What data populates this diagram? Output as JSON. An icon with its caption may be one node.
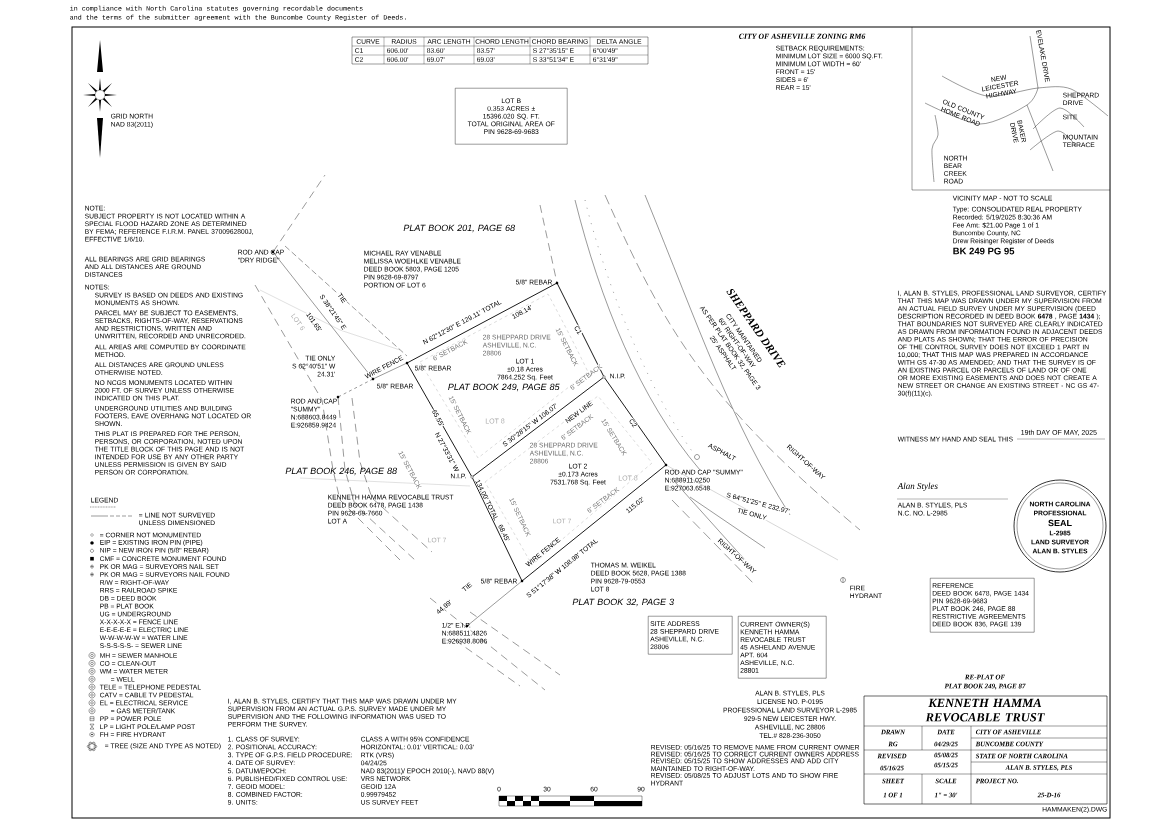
{
  "diagram": {
    "nodes": [
      {
        "text": [
          "LOT B",
          "0.353 ACRES ±",
          "15396.020 SQ. FT.",
          "TOTAL ORIGINAL AREA OF",
          "PIN 9628-69-9683"
        ]
      },
      {
        "text": [
          "NORTH CAROLINA",
          "PROFESSIONAL",
          "SEAL",
          "L-2985",
          "LAND SURVEYOR",
          "ALAN B. STYLES"
        ]
      },
      {
        "text": [
          "REFERENCE",
          "DEED BOOK 6478, PAGE 1434",
          "PIN 9628-69-9683",
          "PLAT BOOK 246, PAGE 88",
          "RESTRICTIVE AGREEMENTS",
          "DEED BOOK 836, PAGE 139"
        ]
      },
      {
        "text": [
          "SITE ADDRESS",
          "28 SHEPPARD DRIVE",
          "ASHEVILLE, N.C.",
          "28806"
        ]
      },
      {
        "text": [
          "CURRENT OWNER(S)",
          "KENNETH HAMMA",
          "REVOCABLE TRUST",
          "45 ASHELAND AVENUE",
          "APT. 604",
          "ASHEVILLE, N.C.",
          "28801"
        ]
      }
    ],
    "labels": [
      "in compliance with North Carolina statutes governing recordable documents",
      "and the terms of the submitter agreement with the Buncombe County Register of Deeds.",
      "CURVE",
      "RADIUS",
      "ARC LENGTH",
      "CHORD LENGTH",
      "CHORD BEARING",
      "DELTA ANGLE",
      "C1",
      "606.00'",
      "83.60'",
      "83.57'",
      "S 27°35'15\" E",
      "6°00'49\"",
      "C2",
      "606.00'",
      "69.07'",
      "69.03'",
      "S 33°51'34\" E",
      "6°31'49\"",
      "GRID NORTH",
      "NAD 83(2011)",
      "CITY OF ASHEVILLE ZONING RM6",
      "SETBACK REQUIREMENTS:",
      "MINIMUM LOT SIZE = 6000 SQ.FT.",
      "MINIMUM LOT WIDTH = 60'",
      "FRONT = 15'",
      "SIDES = 6'",
      "REAR = 15'",
      "EVELAKE DRIVE",
      "NEW LEICESTER HIGHWAY",
      "OLD COUNTY HOME ROAD",
      "SHEPPARD DRIVE",
      "BAKER DRIVE",
      "SITE",
      "MOUNTAIN TERRACE",
      "NORTH BEAR CREEK ROAD",
      "VICINITY MAP - NOT TO SCALE",
      "Type: CONSOLIDATED REAL PROPERTY",
      "Recorded: 5/19/2025 8:30:36 AM",
      "Fee Amt: $21.00 Page 1 of 1",
      "Buncombe County, NC",
      "Drew Reisinger Register of Deeds",
      "BK 249 PG 95",
      "NOTE:",
      "SUBJECT PROPERTY IS NOT LOCATED WITHIN A SPECIAL FLOOD HAZARD ZONE AS DETERMINED BY FEMA; REFERENCE F.I.R.M. PANEL 3700962800J, EFFECTIVE 1/6/10.",
      "ALL BEARINGS ARE GRID BEARINGS AND ALL DISTANCES ARE GROUND DISTANCES",
      "NOTES:",
      "SURVEY IS BASED ON DEEDS AND EXISTING MONUMENTS AS SHOWN.",
      "PARCEL MAY BE SUBJECT TO EASEMENTS, SETBACKS, RIGHTS-OF-WAY, RESERVATIONS AND RESTRICTIONS, WRITTEN AND UNWRITTEN, RECORDED AND UNRECORDED.",
      "ALL AREAS ARE COMPUTED BY COORDINATE METHOD.",
      "ALL DISTANCES ARE GROUND UNLESS OTHERWISE NOTED.",
      "NO NCGS MONUMENTS LOCATED WITHIN 2000 FT. OF SURVEY UNLESS OTHERWISE INDICATED ON THIS PLAT.",
      "UNDERGROUND UTILITIES AND BUILDING FOOTERS, EAVE OVERHANG NOT LOCATED OR SHOWN.",
      "THIS PLAT IS PREPARED FOR THE PERSON, PERSONS, OR CORPORATION, NOTED UPON THE TITLE BLOCK OF THIS PAGE AND IS NOT INTENDED FOR USE BY ANY OTHER PARTY UNLESS PERMISSION IS GIVEN BY SAID PERSON OR CORPORATION.",
      "PLAT BOOK 201, PAGE 68",
      "MICHAEL RAY VENABLE",
      "MELISSA WOEHLKE VENABLE",
      "DEED BOOK 5803, PAGE 1205",
      "PIN 9628-69-8797",
      "PORTION OF LOT 6",
      "PLAT BOOK 246, PAGE 88",
      "KENNETH HAMMA REVOCABLE TRUST",
      "DEED BOOK 6478, PAGE 1438",
      "PIN 9628-69-7660",
      "LOT A",
      "PLAT BOOK 249, PAGE 85",
      "28 SHEPPARD DRIVE",
      "ASHEVILLE, N.C.",
      "28806",
      "LOT 1",
      "±0.18 Acres",
      "7864.252 Sq. Feet",
      "28 SHEPPARD DRIVE",
      "ASHEVILLE, N.C.",
      "28806",
      "LOT 2",
      "±0.173 Acres",
      "7531.768 Sq. Feet",
      "LOT 8",
      "LOT 8",
      "LOT 7",
      "LOT 7",
      "LOT 6",
      "THOMAS M. WEIKEL",
      "DEED BOOK 5628, PAGE 1388",
      "PIN 9628-79-0553",
      "LOT 8",
      "PLAT BOOK 32, PAGE 3",
      "SHEPPARD DRIVE",
      "CITY MAINTAINED",
      "60' RIGHT-OF-WAY",
      "AS PER PLAT BOOK 32, PAGE 3",
      "25' ASPHALT",
      "ASPHALT",
      "RIGHT-OF-WAY",
      "RIGHT-OF-WAY",
      "FIRE HYDRANT",
      "S 64°51'25\" E 232.97'",
      "TIE ONLY",
      "N 62°12'30\" E 129.11' TOTAL",
      "108.14'",
      "S 30°28'15\" W 106.07'",
      "NEW LINE",
      "N 27°33'31\" W",
      "65.55'",
      "134.00' TOTAL",
      "68.45'",
      "S 51°17'38\" W 108.98' TOTAL",
      "115.02'",
      "C1",
      "C2",
      "15' SETBACK",
      "15' SETBACK",
      "15' SETBACK",
      "15' SETBACK",
      "15' SETBACK",
      "6' SETBACK",
      "6' SETBACK",
      "6' SETBACK",
      "6' SETBACK",
      "WIRE FENCE",
      "WIRE FENCE",
      "N.I.P.",
      "N.I.P.",
      "5/8\" REBAR",
      "5/8\" REBAR",
      "5/8\" REBAR",
      "5/8\" REBAR",
      "ROD AND CAP \"SUMMY\"",
      "N:688911.0250",
      "E:927063.6548",
      "1/2\" E.I.P.",
      "N:688511.4826",
      "E:926938.8086",
      "ROD AND CAP",
      "\"SUMMY\"",
      "N:688603.8449",
      "E:926859.9424",
      "TIE ONLY",
      "S 62°40'51\" W",
      "24.31'",
      "TIE",
      "S 38°21'45\" E",
      "101.65'",
      "TIE",
      "44.99'",
      "ROD AND CAP",
      "\"DRY RIDGE\"",
      "I, ALAN B. STYLES, CERTIFY THAT THIS MAP WAS DRAWN UNDER MY SUPERVISION FROM AN ACTUAL G.P.S. SURVEY MADE UNDER MY SUPERVISION AND THE FOLLOWING INFORMATION WAS USED TO PERFORM THE SURVEY.",
      "1. CLASS OF SURVEY:",
      "CLASS A WITH 95% CONFIDENCE",
      "2. POSITIONAL ACCURACY:",
      "HORIZONTAL: 0.01'  VERTICAL: 0.03'",
      "3. TYPE OF G.P.S. FIELD PROCEDURE:",
      "RTK (VRS)",
      "4. DATE OF SURVEY:",
      "04/24/25",
      "5. DATUM/EPOCH:",
      "NAD 83(2011)/ EPOCH 2010(-), NAVD 88(V)",
      "6. PUBLISHED/FIXED CONTROL USE:",
      "VRS NETWORK",
      "7. GEOID MODEL:",
      "GEOID 12A",
      "8. COMBINED FACTOR:",
      "0.99979452",
      "9. UNITS:",
      "US SURVEY FEET",
      "0",
      "30",
      "60",
      "90",
      "ALAN B. STYLES, PLS",
      "LICENSE NO. P-0195",
      "PROFESSIONAL LAND SURVEYOR L-2985",
      "929-5 NEW LEICESTER HWY.",
      "ASHEVILLE, NC 28806",
      "TEL.# 828-236-3050",
      "REVISED: 05/16/25 TO REMOVE NAME FROM CURRENT OWNER",
      "REVISED: 05/16/25 TO CORRECT CURRENT OWNERS ADDRESS",
      "REVISED: 05/15/25 TO SHOW ADDRESSES AND ADD CITY MAINTAINED TO RIGHT-OF-WAY.",
      "REVISED: 05/08/25 TO ADJUST LOTS AND TO SHOW FIRE HYDRANT",
      "I, ALAN B. STYLES, PROFESSIONAL LAND SURVEYOR, CERTIFY THAT THIS MAP WAS DRAWN UNDER MY SUPERVISION FROM AN ACTUAL FIELD SURVEY UNDER MY SUPERVISION (DEED DESCRIPTION RECORDED IN DEED BOOK **6478** , PAGE **1434** ); THAT BOUNDARIES NOT SURVEYED ARE CLEARLY INDICATED AS DRAWN FROM INFORMATION FOUND IN ADJACENT DEEDS AND PLATS AS SHOWN; THAT THE ERROR OF PRECISION OF THE CONTROL SURVEY DOES NOT EXCEED 1 PART IN 10,000; THAT THIS MAP WAS PREPARED IN ACCORDANCE WITH GS 47-30 AS AMENDED; AND THAT THE SURVEY IS OF AN EXISTING PARCEL OR PARCELS OF LAND OR OF ONE OR MORE EXISTING EASEMENTS AND DOES NOT CREATE A NEW STREET OR CHANGE AN EXISTING STREET - NC GS 47-30(f)(11)(c).",
      "WITNESS MY HAND AND SEAL THIS",
      "19th DAY OF MAY, 2025",
      "Alan Styles",
      "ALAN B. STYLES, PLS",
      "N.C. NO. L-2985",
      "RE-PLAT OF",
      "PLAT BOOK 249, PAGE 87",
      "KENNETH HAMMA REVOCABLE TRUST",
      "DRAWN",
      "RG",
      "DATE",
      "04/29/25",
      "CITY OF ASHEVILLE",
      "BUNCOMBE COUNTY",
      "REVISED",
      "05/16/25",
      "05/08/25",
      "05/15/25",
      "STATE OF NORTH CAROLINA",
      "ALAN B. STYLES, PLS",
      "SHEET",
      "1 OF 1",
      "SCALE",
      "1\" = 30'",
      "PROJECT NO.",
      "25-D-16",
      "HAMMAKEN(2).DWG",
      "LEGEND"
    ],
    "legend": [
      {
        "text": "= LINE NOT SURVEYED UNLESS DIMENSIONED"
      },
      {
        "text": "= CORNER NOT MONUMENTED"
      },
      {
        "text": "EIP = EXISTING IRON PIN (PIPE)"
      },
      {
        "text": "NIP = NEW IRON PIN (5/8\" REBAR)"
      },
      {
        "text": "CMF = CONCRETE MONUMENT FOUND"
      },
      {
        "text": "PK OR MAG = SURVEYORS NAIL SET"
      },
      {
        "text": "PK OR MAG = SURVEYORS NAIL FOUND"
      },
      {
        "text": "R/W = RIGHT-OF-WAY"
      },
      {
        "text": "RRS = RAILROAD SPIKE"
      },
      {
        "text": "DB = DEED BOOK"
      },
      {
        "text": "PB = PLAT BOOK"
      },
      {
        "text": "UG = UNDERGROUND"
      },
      {
        "text": "X-X-X-X-X = FENCE LINE"
      },
      {
        "text": "E-E-E-E-E = ELECTRIC LINE"
      },
      {
        "text": "W-W-W-W-W = WATER LINE"
      },
      {
        "text": "S-S-S-S-S- = SEWER LINE"
      },
      {
        "text": "MH = SEWER MANHOLE"
      },
      {
        "text": "CO = CLEAN-OUT"
      },
      {
        "text": "WM = WATER METER"
      },
      {
        "text": "= WELL"
      },
      {
        "text": "TELE = TELEPHONE PEDESTAL"
      },
      {
        "text": "CATV = CABLE TV PEDESTAL"
      },
      {
        "text": "EL = ELECTRICAL SERVICE"
      },
      {
        "text": "= GAS METER/TANK"
      },
      {
        "text": "PP = POWER POLE"
      },
      {
        "text": "LP = LIGHT POLE/LAMP POST"
      },
      {
        "text": "FH = FIRE HYDRANT"
      },
      {
        "text": "= TREE (SIZE AND TYPE AS NOTED)"
      }
    ]
  }
}
